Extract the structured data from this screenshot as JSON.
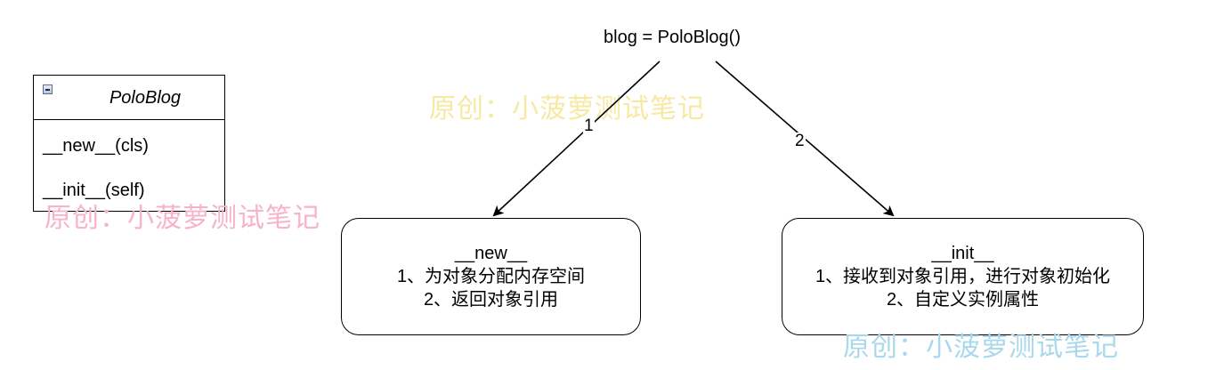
{
  "class_box": {
    "title": "PoloBlog",
    "methods": [
      "__new__(cls)",
      "__init__(self)"
    ]
  },
  "code_label": "blog = PoloBlog()",
  "edges": [
    {
      "label": "1"
    },
    {
      "label": "2"
    }
  ],
  "nodes": [
    {
      "title": "__new__",
      "lines": [
        "1、为对象分配内存空间",
        "2、返回对象引用"
      ]
    },
    {
      "title": "__init__",
      "lines": [
        "1、接收到对象引用，进行对象初始化",
        "2、自定义实例属性"
      ]
    }
  ],
  "watermarks": [
    {
      "text": "原创：小菠萝测试笔记",
      "color": "#f6eaa2"
    },
    {
      "text": "原创：小菠萝测试笔记",
      "color": "#f7b3c7"
    },
    {
      "text": "原创：小菠萝测试笔记",
      "color": "#a9d8ec"
    }
  ],
  "icons": {
    "collapse": "collapse-minus-icon"
  }
}
